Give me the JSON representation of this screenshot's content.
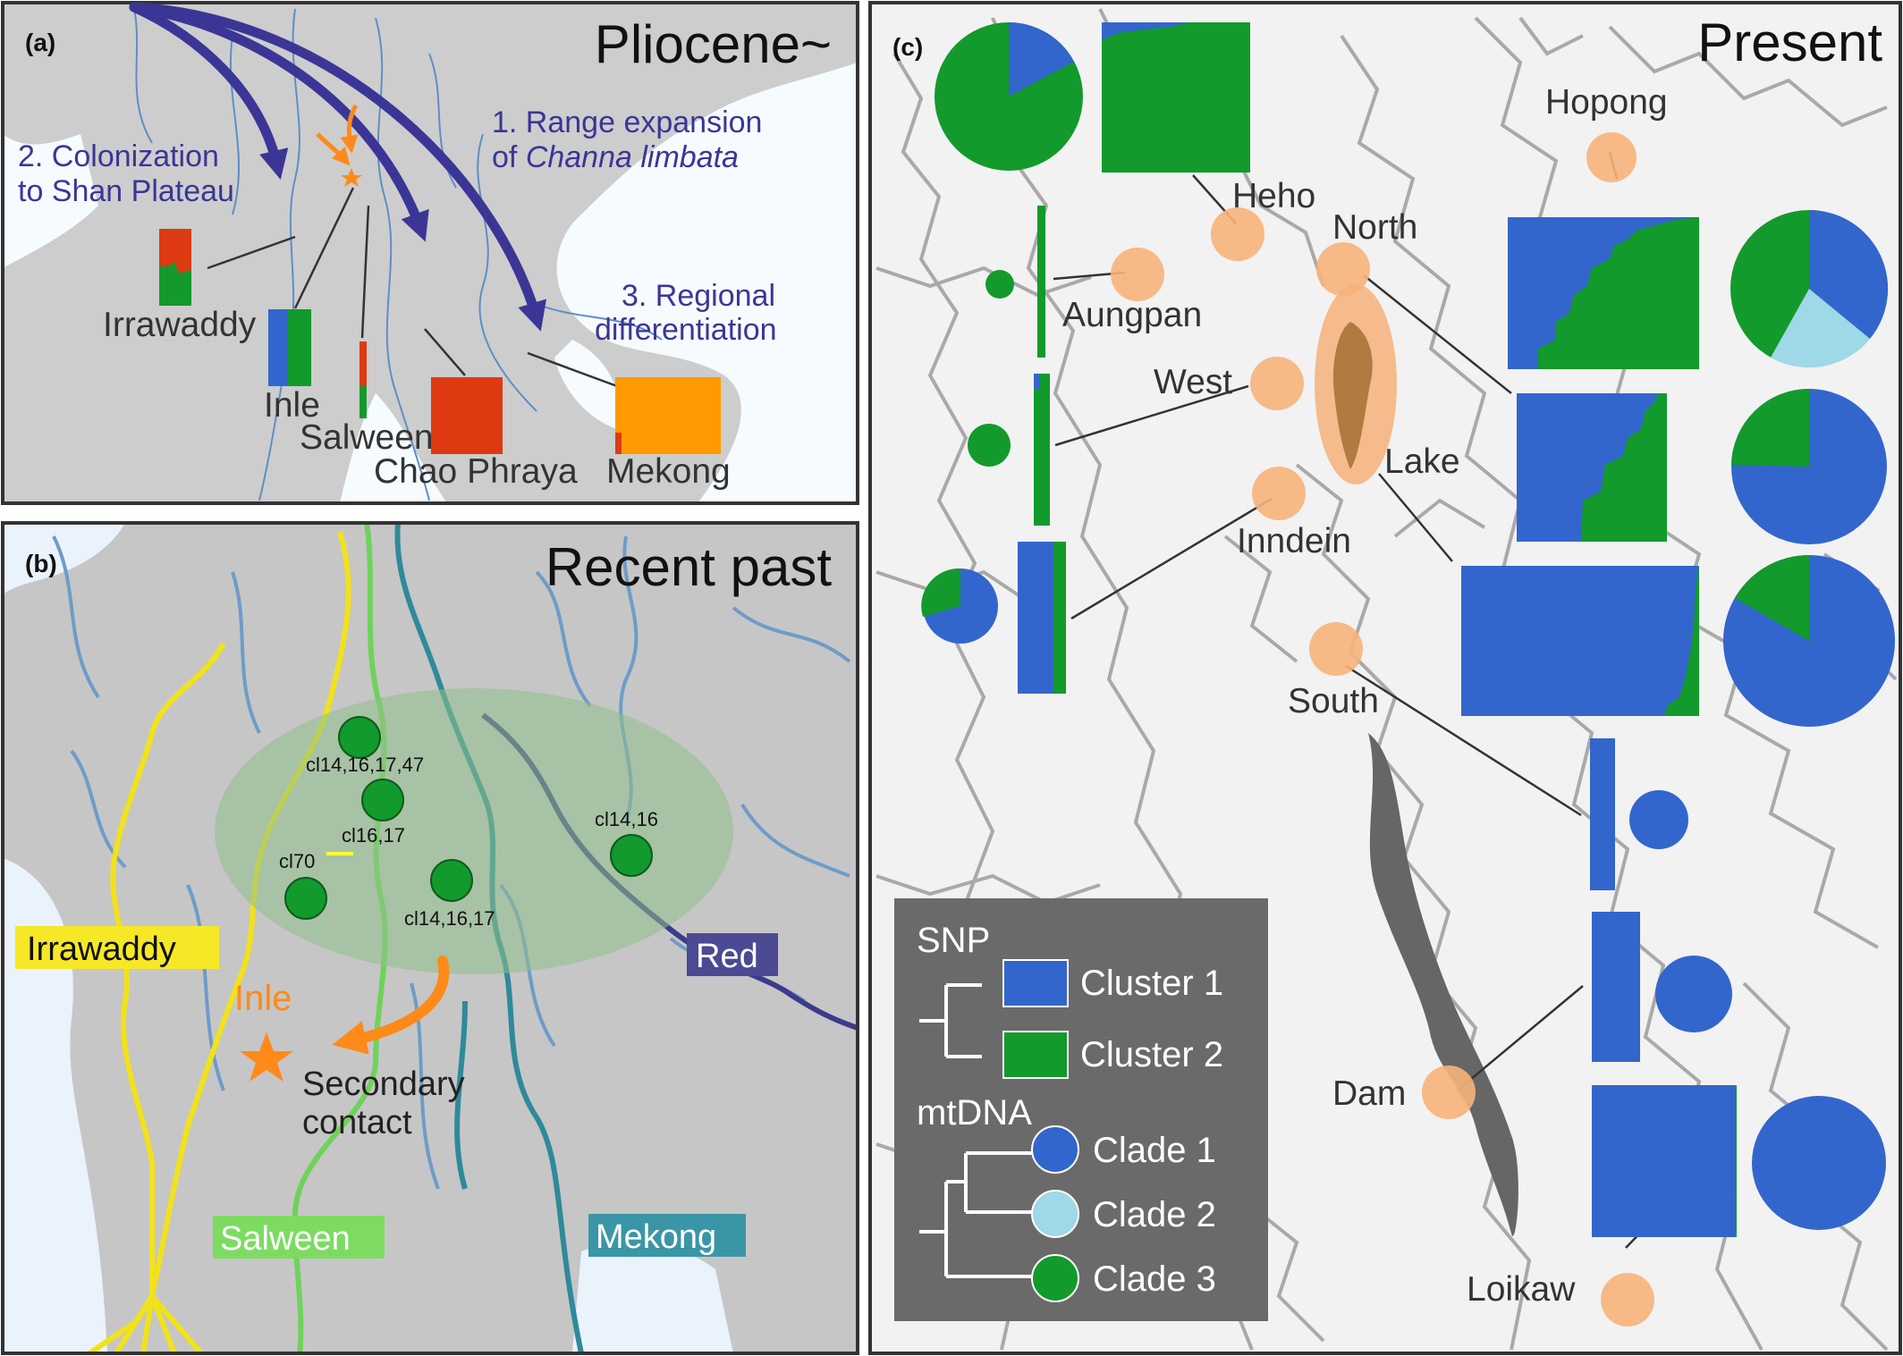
{
  "panel_a": {
    "label": "(a)",
    "title": "Pliocene~",
    "process_1_line1": "1. Range expansion",
    "process_1_line2_pre": "of ",
    "process_1_line2_species": "Channa limbata",
    "process_2_line1": "2. Colonization",
    "process_2_line2": "to Shan Plateau",
    "process_3_line1": "3. Regional",
    "process_3_line2": "differentiation",
    "populations": [
      "Irrawaddy",
      "Inle",
      "Salween",
      "Chao Phraya",
      "Mekong"
    ]
  },
  "panel_b": {
    "label": "(b)",
    "title": "Recent past",
    "rivers": [
      "Irrawaddy",
      "Salween",
      "Mekong",
      "Red"
    ],
    "lake": "Inle",
    "contact_line1": "Secondary",
    "contact_line2": "contact",
    "samples": [
      "cl14,16,17,47",
      "cl16,17",
      "cl70",
      "cl14,16,17",
      "cl14,16"
    ]
  },
  "panel_c": {
    "label": "(c)",
    "title": "Present",
    "sites": [
      "Hopong",
      "Heho",
      "North",
      "Aungpan",
      "West",
      "Lake",
      "Inndein",
      "South",
      "Dam",
      "Loikaw"
    ],
    "legend": {
      "snp_title": "SNP",
      "mtdna_title": "mtDNA",
      "cluster_1": "Cluster 1",
      "cluster_2": "Cluster 2",
      "clade_1": "Clade 1",
      "clade_2": "Clade 2",
      "clade_3": "Clade 3"
    }
  },
  "colors": {
    "cluster_1": "#3366cc",
    "cluster_2": "#129a2c",
    "clade_2": "#9fd8e6",
    "red_lineage": "#dd3a12",
    "orange_lineage": "#ff9a00",
    "site_marker": "#f7b27a",
    "arrow_purple": "#3b3696",
    "arrow_orange": "#ff8a1a",
    "river_irrawaddy": "#f2e21a",
    "river_salween": "#6fd25a",
    "river_mekong": "#2e8a9a",
    "river_red": "#3b3a8c"
  }
}
